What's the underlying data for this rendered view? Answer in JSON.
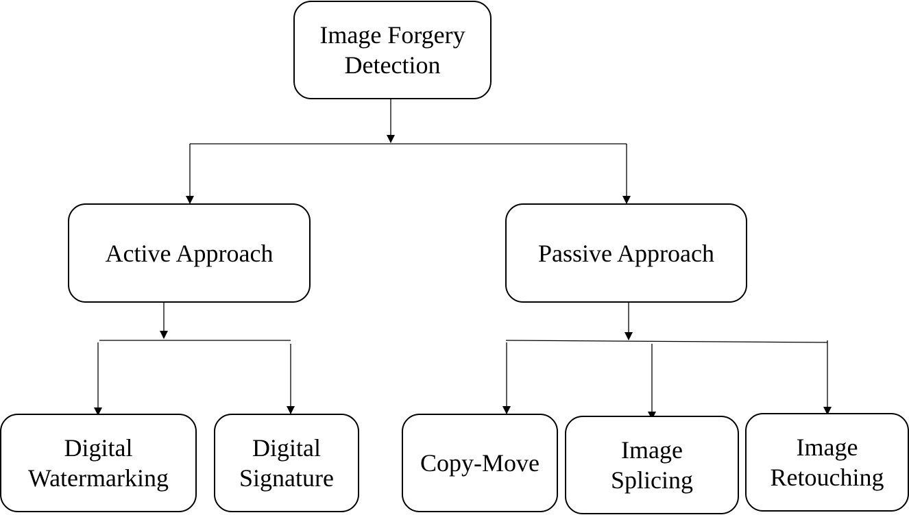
{
  "diagram": {
    "root": {
      "lines": [
        "Image Forgery",
        "Detection"
      ]
    },
    "active": {
      "lines": [
        "Active Approach"
      ]
    },
    "passive": {
      "lines": [
        "Passive Approach"
      ]
    },
    "watermarking": {
      "lines": [
        "Digital",
        "Watermarking"
      ]
    },
    "signature": {
      "lines": [
        "Digital",
        "Signature"
      ]
    },
    "copy_move": {
      "lines": [
        "Copy-Move"
      ]
    },
    "splicing": {
      "lines": [
        "Image",
        "Splicing"
      ]
    },
    "retouching": {
      "lines": [
        "Image",
        "Retouching"
      ]
    }
  }
}
